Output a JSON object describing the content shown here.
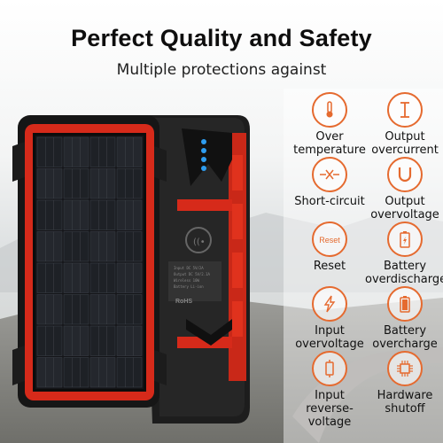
{
  "header": {
    "title": "Perfect Quality and Safety",
    "subtitle": "Multiple protections against"
  },
  "device_panel": {
    "reset_label": "RoHS"
  },
  "protections": [
    {
      "line1": "Over",
      "line2": "temperature",
      "icon": "thermometer-icon"
    },
    {
      "line1": "Output",
      "line2": "overcurrent",
      "icon": "current-bar-icon"
    },
    {
      "line1": "Short-circuit",
      "line2": "",
      "icon": "short-circuit-icon"
    },
    {
      "line1": "Output",
      "line2": "overvoltage",
      "icon": "magnet-icon"
    },
    {
      "line1": "Reset",
      "line2": "",
      "icon": "reset-icon"
    },
    {
      "line1": "Battery",
      "line2": "overdischarge",
      "icon": "battery-low-icon"
    },
    {
      "line1": "Input",
      "line2": "overvoltage",
      "icon": "lightning-icon"
    },
    {
      "line1": "Battery",
      "line2": "overcharge",
      "icon": "battery-full-icon"
    },
    {
      "line1": "Input",
      "line2": "reverse-voltage",
      "icon": "reverse-voltage-icon"
    },
    {
      "line1": "Hardware",
      "line2": "shutoff",
      "icon": "chip-icon"
    }
  ],
  "reset_icon_text": "Reset",
  "colors": {
    "accent": "#e56a2f",
    "device_red": "#d62a1a",
    "device_black": "#1b1b1b"
  }
}
